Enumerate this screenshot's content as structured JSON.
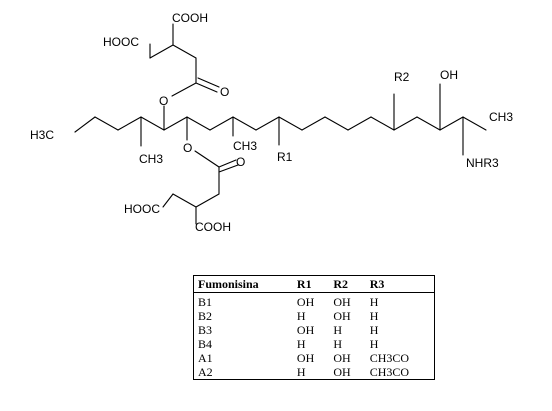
{
  "structure": {
    "labels": {
      "cooh_top": "COOH",
      "hooc_top": "HOOC",
      "o_ester_top": "O",
      "o_carbonyl_top": "O",
      "h3c": "H3C",
      "ch3_left": "CH3",
      "o_ester_bottom": "O",
      "o_carbonyl_bottom": "O",
      "ch3_mid": "CH3",
      "r1": "R1",
      "r2": "R2",
      "oh": "OH",
      "ch3_right": "CH3",
      "nhr3": "NHR3",
      "hooc_bottom": "HOOC",
      "cooh_bottom": "COOH"
    },
    "colors": {
      "ink": "#000000",
      "background": "#ffffff"
    }
  },
  "table": {
    "headers": [
      "Fumonisina",
      "R1",
      "R2",
      "R3"
    ],
    "rows": [
      [
        "B1",
        "OH",
        "OH",
        "H"
      ],
      [
        "B2",
        "H",
        "OH",
        "H"
      ],
      [
        "B3",
        "OH",
        "H",
        "H"
      ],
      [
        "B4",
        "H",
        "H",
        "H"
      ],
      [
        "A1",
        "OH",
        "OH",
        "CH3CO"
      ],
      [
        "A2",
        "H",
        "OH",
        "CH3CO"
      ]
    ]
  }
}
